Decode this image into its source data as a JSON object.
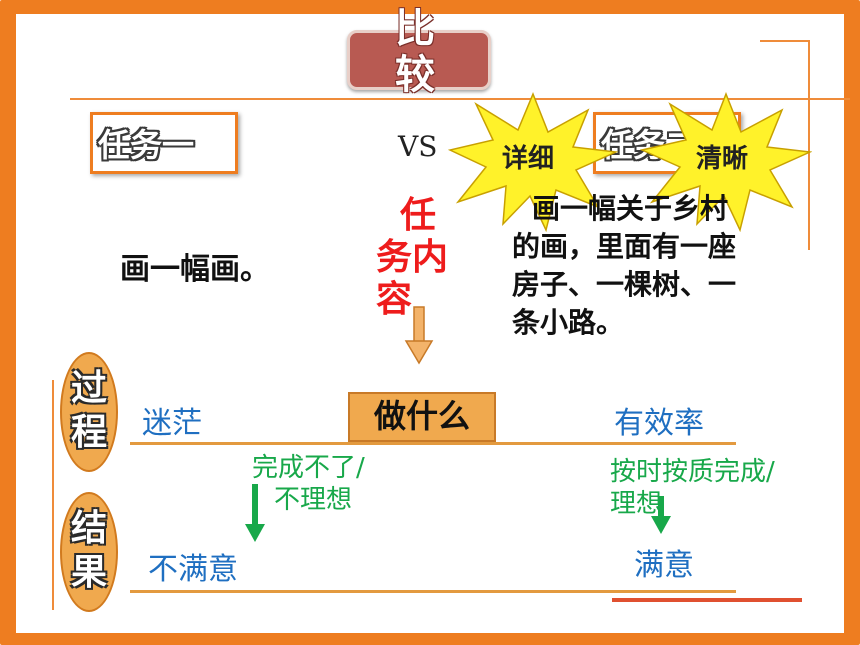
{
  "title": "比较",
  "left_task": {
    "label": "任务一",
    "content": "画一幅画。"
  },
  "vs": "VS",
  "right_task": {
    "label": "任务二",
    "content_lines": [
      "画一幅关于乡村",
      "的画，里面有一座",
      "房子、一棵树、一",
      "条小路。"
    ]
  },
  "task_content_label": [
    "任",
    "务内",
    "容"
  ],
  "bursts": {
    "left": "详细",
    "right": "清晰"
  },
  "process": {
    "label": [
      "过",
      "程"
    ],
    "left": "迷茫",
    "center": "做什么",
    "right": "有效率"
  },
  "result": {
    "label": [
      "结",
      "果"
    ],
    "left": "不满意",
    "right": "满意"
  },
  "notes": {
    "left": [
      "完成不了/",
      "不理想"
    ],
    "right": [
      "按时按质完成/",
      "理想"
    ]
  },
  "colors": {
    "frame": "#ee7d20",
    "red": "#ee1c1c",
    "blue": "#1f6fc1",
    "green": "#18a84a",
    "title_bg": "#b85a52",
    "star": "#fff22a"
  }
}
